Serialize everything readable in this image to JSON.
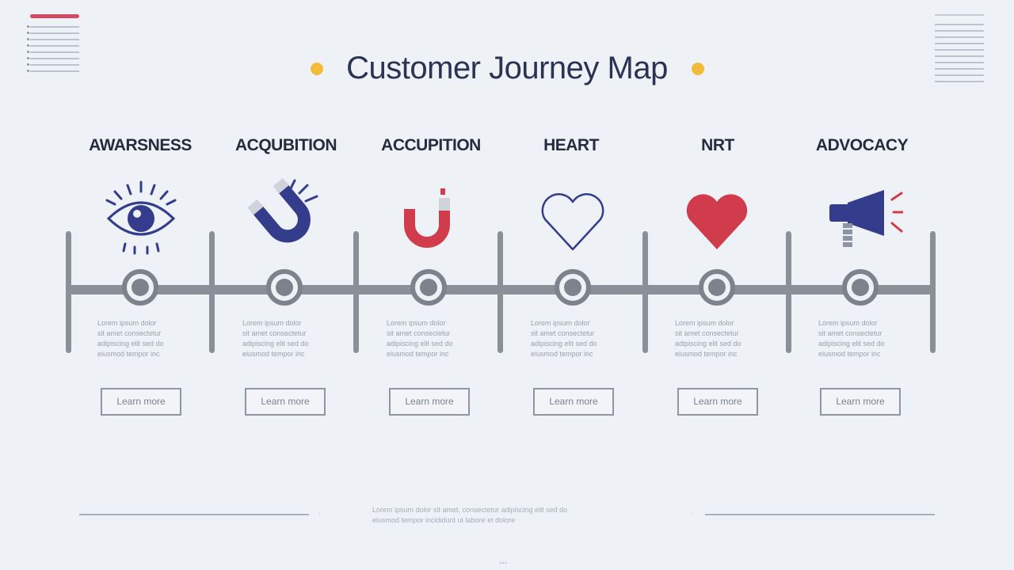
{
  "title": "Customer Journey Map",
  "colors": {
    "background": "#eef1f6",
    "title": "#2b3352",
    "dot": "#f2bb3c",
    "navy": "#333d8c",
    "red": "#d13c4c",
    "line": "#8a8f98",
    "corner_bar": "#d24a5f"
  },
  "stages": [
    {
      "label": "AWARSNESS",
      "icon": "eye-icon",
      "desc": [
        "Lorem ipsum dolor",
        "sit amet consectetur",
        "adipiscing elit sed do",
        "eiusmod tempor inc"
      ],
      "button": "Learn more"
    },
    {
      "label": "ACQUBITION",
      "icon": "magnet-icon",
      "desc": [
        "Lorem ipsum dolor",
        "sit amet consectetur",
        "adipiscing elit sed do",
        "eiusmod tempor inc"
      ],
      "button": "Learn more"
    },
    {
      "label": "ACCUPITION",
      "icon": "magnet-icon",
      "desc": [
        "Lorem ipsum dolor",
        "sit amet consectetur",
        "adipiscing elit sed do",
        "eiusmod tempor inc"
      ],
      "button": "Learn more"
    },
    {
      "label": "HEART",
      "icon": "heart-outline-icon",
      "desc": [
        "Lorem ipsum dolor",
        "sit amet consectetur",
        "adipiscing elit sed do",
        "eiusmod tempor inc"
      ],
      "button": "Learn more"
    },
    {
      "label": "NRT",
      "icon": "heart-filled-icon",
      "desc": [
        "Lorem ipsum dolor",
        "sit amet consectetur",
        "adipiscing elit sed do",
        "eiusmod tempor inc"
      ],
      "button": "Learn more"
    },
    {
      "label": "ADVOCACY",
      "icon": "megaphone-icon",
      "desc": [
        "Lorem ipsum dolor",
        "sit amet consectetur",
        "adipiscing elit sed do",
        "eiusmod tempor inc"
      ],
      "button": "Learn more"
    }
  ],
  "footer": {
    "lines": [
      "Lorem ipsum dolor sit amet, consectetur adipiscing elit sed do",
      "eiusmod tempor incididunt ut labore et dolore"
    ]
  }
}
